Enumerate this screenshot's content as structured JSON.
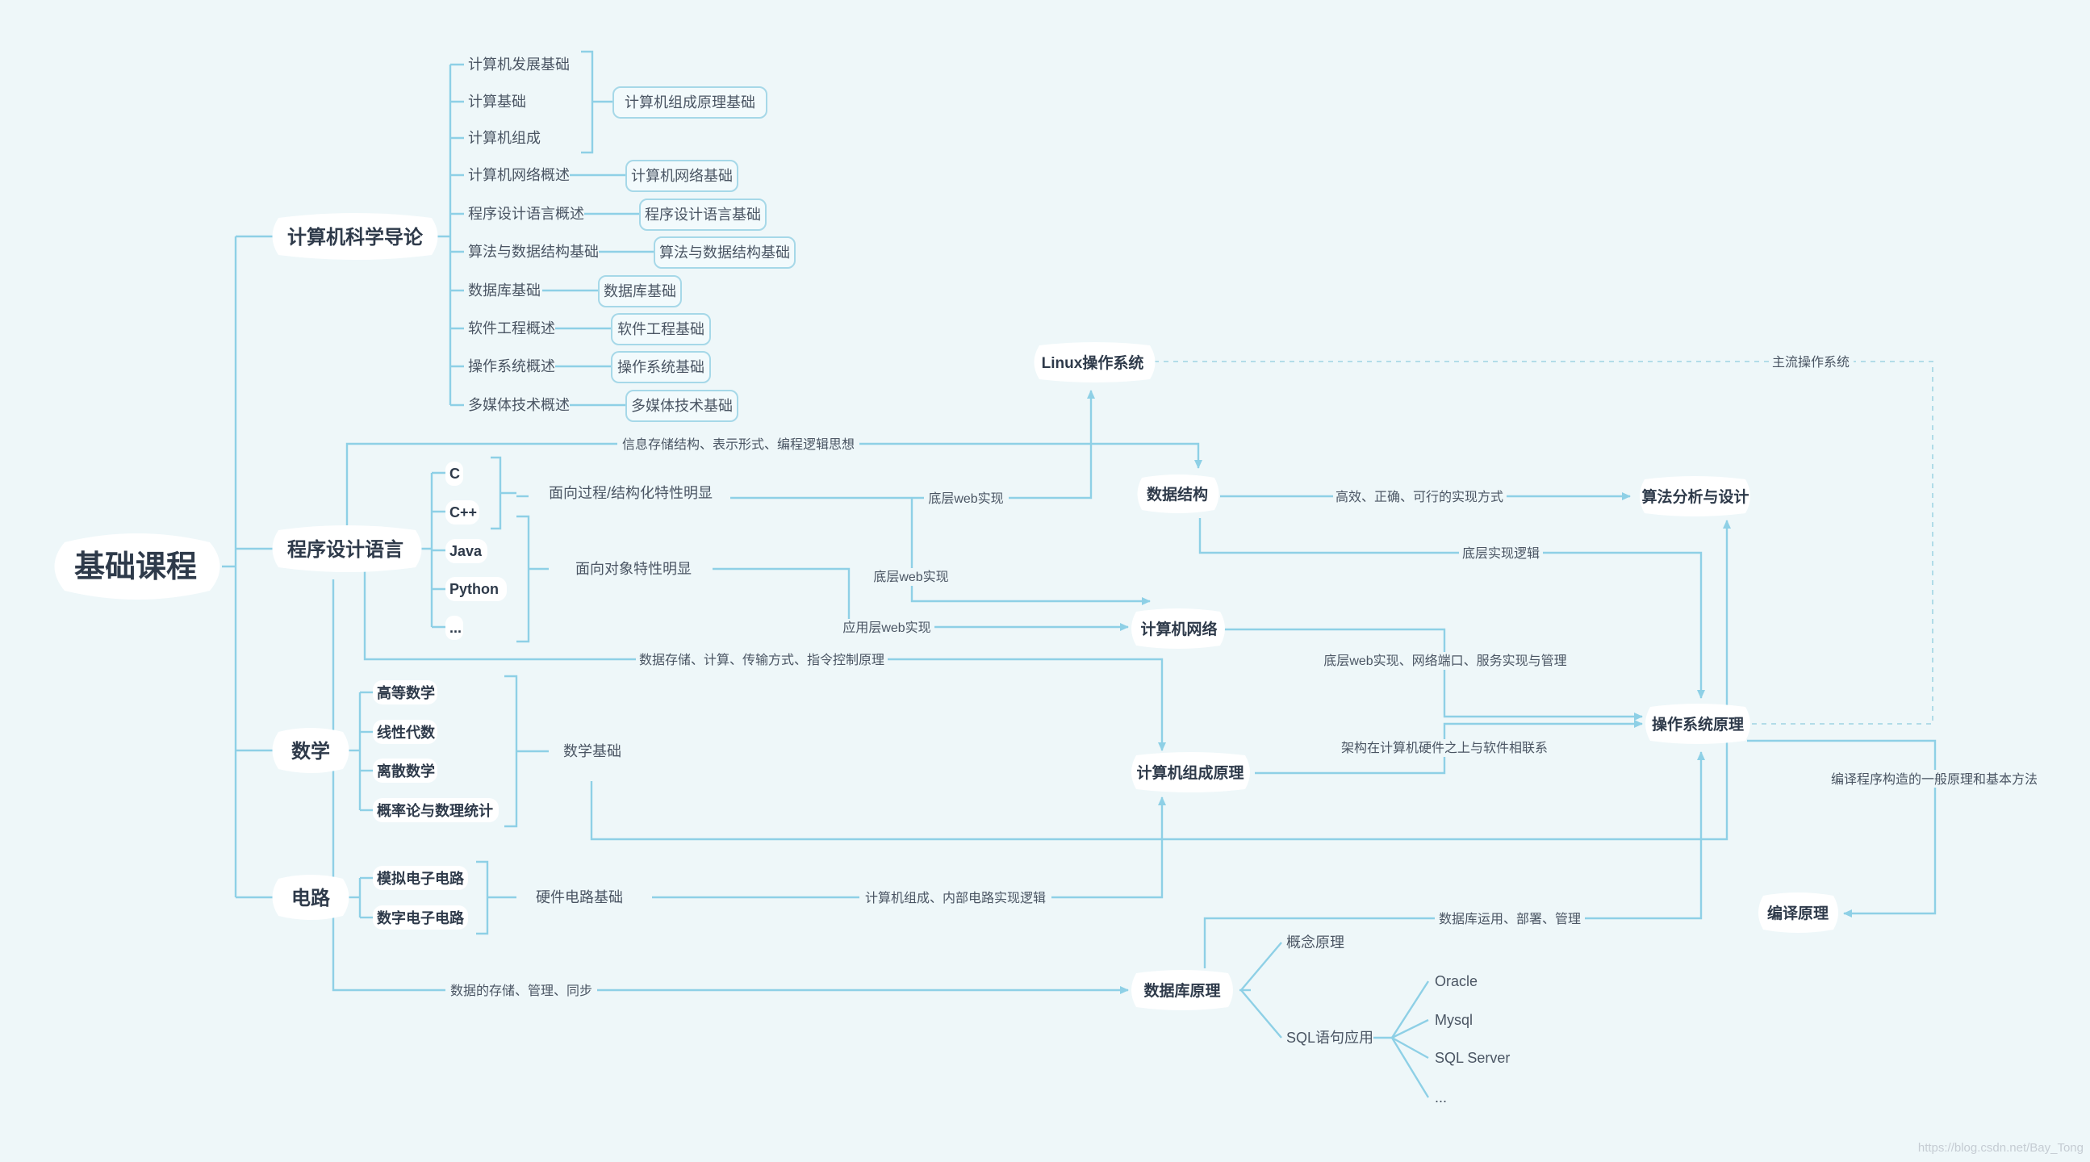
{
  "root": "基础课程",
  "branches": {
    "intro": "计算机科学导论",
    "programming": "程序设计语言",
    "math": "数学",
    "circuit": "电路"
  },
  "intro_items": [
    "计算机发展基础",
    "计算基础",
    "计算机组成",
    "计算机网络概述",
    "程序设计语言概述",
    "算法与数据结构基础",
    "数据库基础",
    "软件工程概述",
    "操作系统概述",
    "多媒体技术概述"
  ],
  "intro_group_label": "计算机组成原理基础",
  "intro_links": [
    "计算机网络基础",
    "程序设计语言基础",
    "算法与数据结构基础",
    "数据库基础",
    "软件工程基础",
    "操作系统基础",
    "多媒体技术基础"
  ],
  "languages": [
    "C",
    "C++",
    "Java",
    "Python",
    "..."
  ],
  "lang_groups": {
    "procedural": "面向过程/结构化特性明显",
    "oop": "面向对象特性明显"
  },
  "math_items": [
    "高等数学",
    "线性代数",
    "离散数学",
    "概率论与数理统计"
  ],
  "math_group": "数学基础",
  "circuit_items": [
    "模拟电子电路",
    "数字电子电路"
  ],
  "circuit_group": "硬件电路基础",
  "nodes": {
    "linux": "Linux操作系统",
    "ds": "数据结构",
    "algo": "算法分析与设计",
    "network": "计算机网络",
    "os": "操作系统原理",
    "arch": "计算机组成原理",
    "compiler": "编译原理",
    "db": "数据库原理"
  },
  "db_children": {
    "concept": "概念原理",
    "sql": "SQL语句应用",
    "sql_items": [
      "Oracle",
      "Mysql",
      "SQL Server",
      "..."
    ]
  },
  "edge_labels": {
    "mainstream_os": "主流操作系统",
    "info_storage": "信息存储结构、表示形式、编程逻辑思想",
    "bottom_web1": "底层web实现",
    "bottom_web2": "底层web实现",
    "app_web": "应用层web实现",
    "efficient": "高效、正确、可行的实现方式",
    "bottom_logic": "底层实现逻辑",
    "data_storage": "数据存储、计算、传输方式、指令控制原理",
    "net_to_os": "底层web实现、网络端口、服务实现与管理",
    "arch_to_os": "架构在计算机硬件之上与软件相联系",
    "compiler_desc": "编译程序构造的一般原理和基本方法",
    "hw_logic": "计算机组成、内部电路实现逻辑",
    "db_usage": "数据库运用、部署、管理",
    "data_manage": "数据的存储、管理、同步"
  },
  "watermark": "https://blog.csdn.net/Bay_Tong",
  "colors": {
    "line": "#8ed0e6",
    "background": "#eef7f9",
    "text": "#2e3a4a"
  }
}
